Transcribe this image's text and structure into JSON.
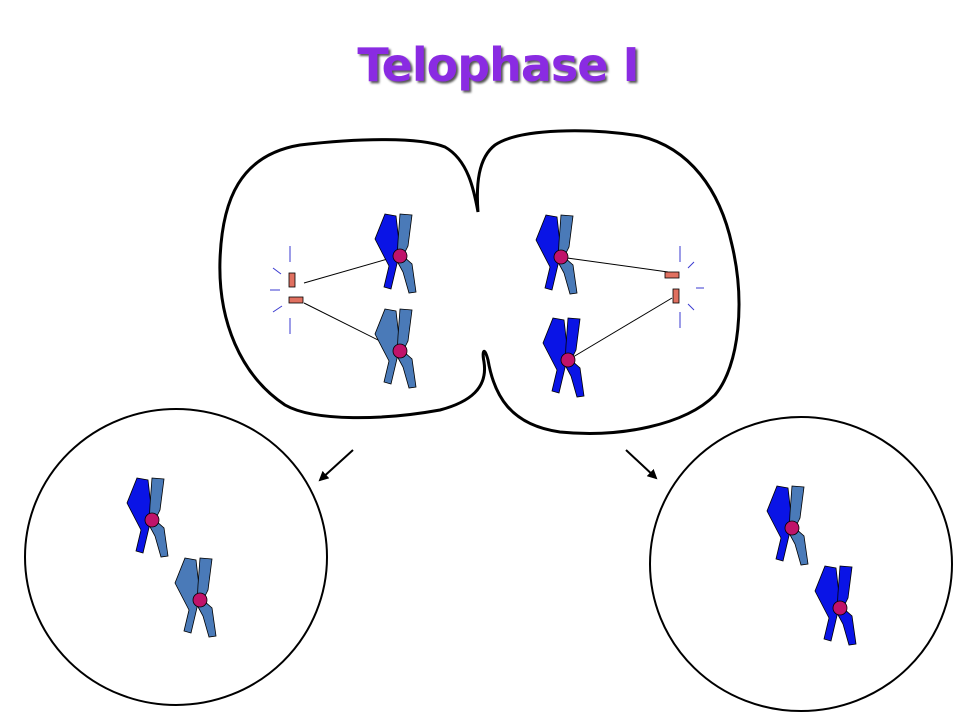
{
  "slide": {
    "title": "Telophase I"
  },
  "colors": {
    "title": "#8a2be2",
    "chromatid_dark": "#0a14e6",
    "chromatid_light": "#4a7ab8",
    "centromere": "#c0136a",
    "centriole": "#e07060",
    "membrane": "#000000",
    "spindle_ray": "#3a3ad0"
  },
  "icons": [
    "cell-membrane",
    "chromosome",
    "centromere",
    "centriole-pair",
    "spindle-fiber",
    "arrow"
  ]
}
